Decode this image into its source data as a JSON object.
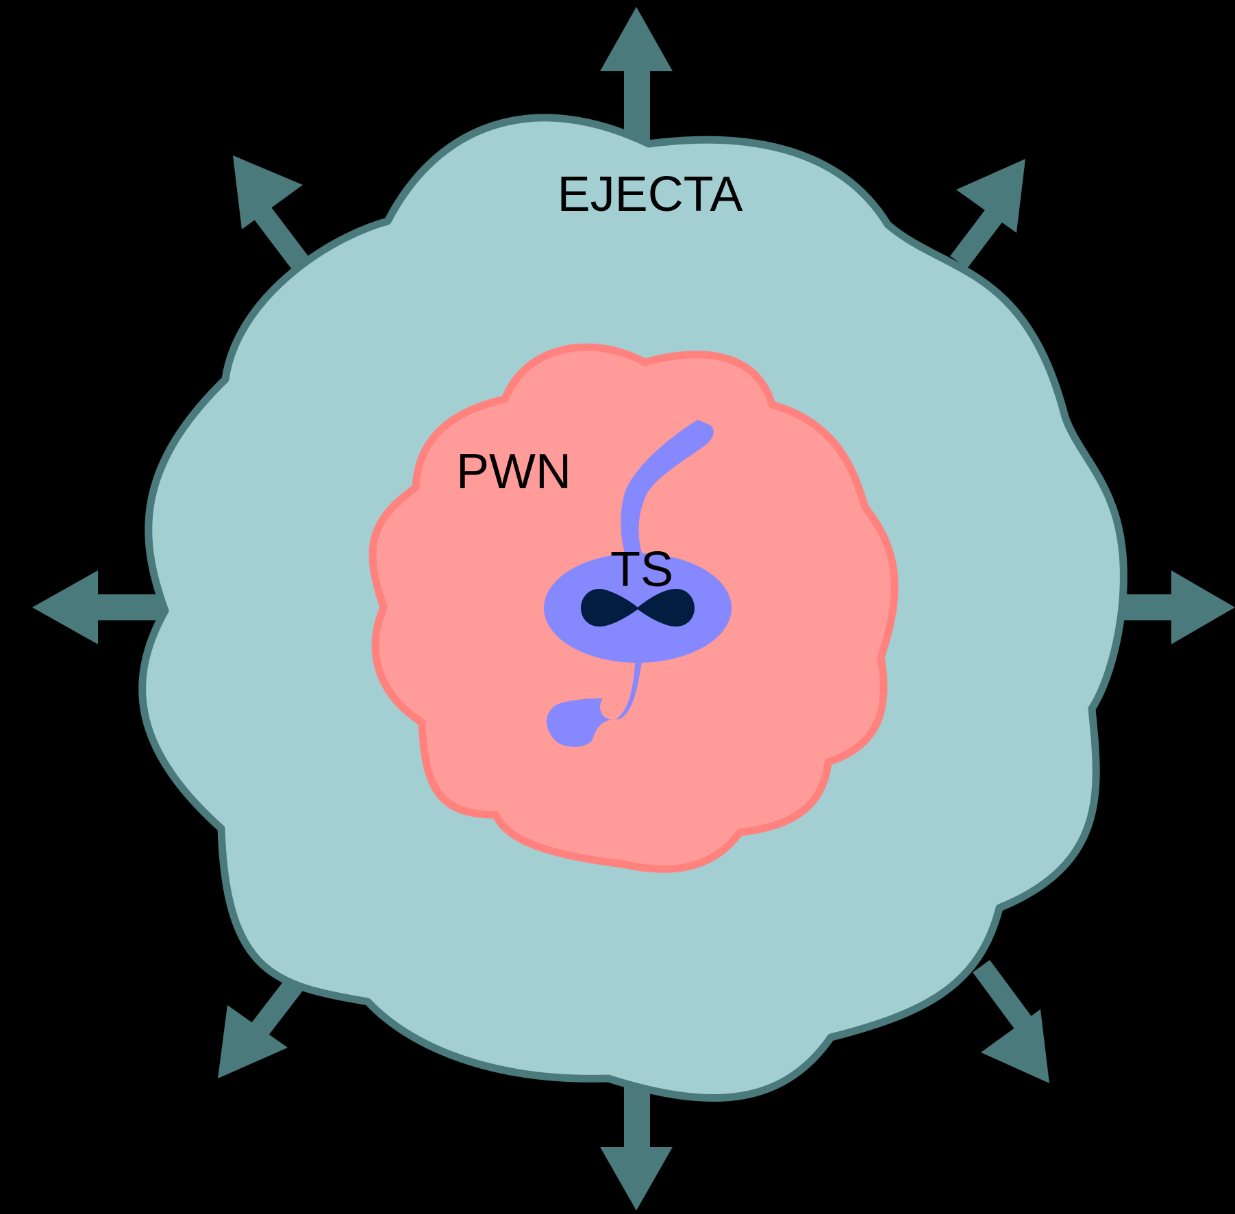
{
  "diagram": {
    "labels": {
      "ejecta": "EJECTA",
      "pwn": "PWN",
      "ts": "TS"
    },
    "colors": {
      "background": "#000000",
      "ejecta_fill": "#a3cfd2",
      "ejecta_stroke": "#4a7a7b",
      "arrow": "#4a7a7b",
      "pwn_fill": "#ff9b98",
      "pwn_stroke": "#ff827f",
      "jet": "#8589fd",
      "torus": "#8589fd",
      "pulsar_core": "#021d40",
      "text": "#000000"
    },
    "arrow_directions": [
      "north",
      "north-east",
      "east",
      "south-east",
      "south",
      "south-west",
      "west",
      "north-west"
    ]
  }
}
